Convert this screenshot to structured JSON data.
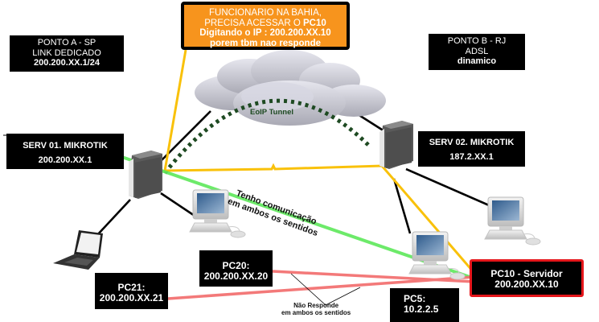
{
  "diagram": {
    "title": "EoIP Tunnel network topology",
    "colors": {
      "communicates": "#5ee85a",
      "no_response": "#f26b6b",
      "request_path": "#f9c10a",
      "tunnel": "#1e4a22",
      "callout_bg": "#f7941d",
      "highlight_border": "#e5161b",
      "label_bg": "#000000"
    },
    "cloud": {
      "label": "EoIP Tunnel"
    },
    "sites": {
      "a": {
        "lines": [
          "PONTO A - SP",
          "LINK DEDICADO",
          "200.200.XX.1/24"
        ]
      },
      "b": {
        "lines": [
          "PONTO B - RJ",
          "ADSL",
          "dinamico"
        ]
      }
    },
    "routers": {
      "serv01": {
        "name": "SERV 01. MIKROTIK",
        "ip": "200.200.XX.1"
      },
      "serv02": {
        "name": "SERV 02. MIKROTIK",
        "ip": "187.2.XX.1"
      }
    },
    "hosts": {
      "pc20": {
        "name": "PC20:",
        "ip": "200.200.XX.20"
      },
      "pc21": {
        "name": "PC21:",
        "ip": "200.200.XX.21"
      },
      "pc5": {
        "name": "PC5:",
        "ip": "10.2.2.5"
      },
      "pc10": {
        "name": "PC10 - Servidor",
        "ip": "200.200.XX.10"
      }
    },
    "callout": {
      "line1": "FUNCIONARIO NA BAHIA,",
      "line2_prefix": "PRECISA ACESSAR O ",
      "line2_bold": "PC10",
      "line3": "Digitando o IP : 200.200.XX.10",
      "line4": "porem tbm nao responde"
    },
    "annotations": {
      "communicates": [
        "Tenho comunicação",
        "em ambos os sentidos"
      ],
      "no_response": [
        "Não Responde",
        "em ambos os sentidos"
      ]
    }
  }
}
